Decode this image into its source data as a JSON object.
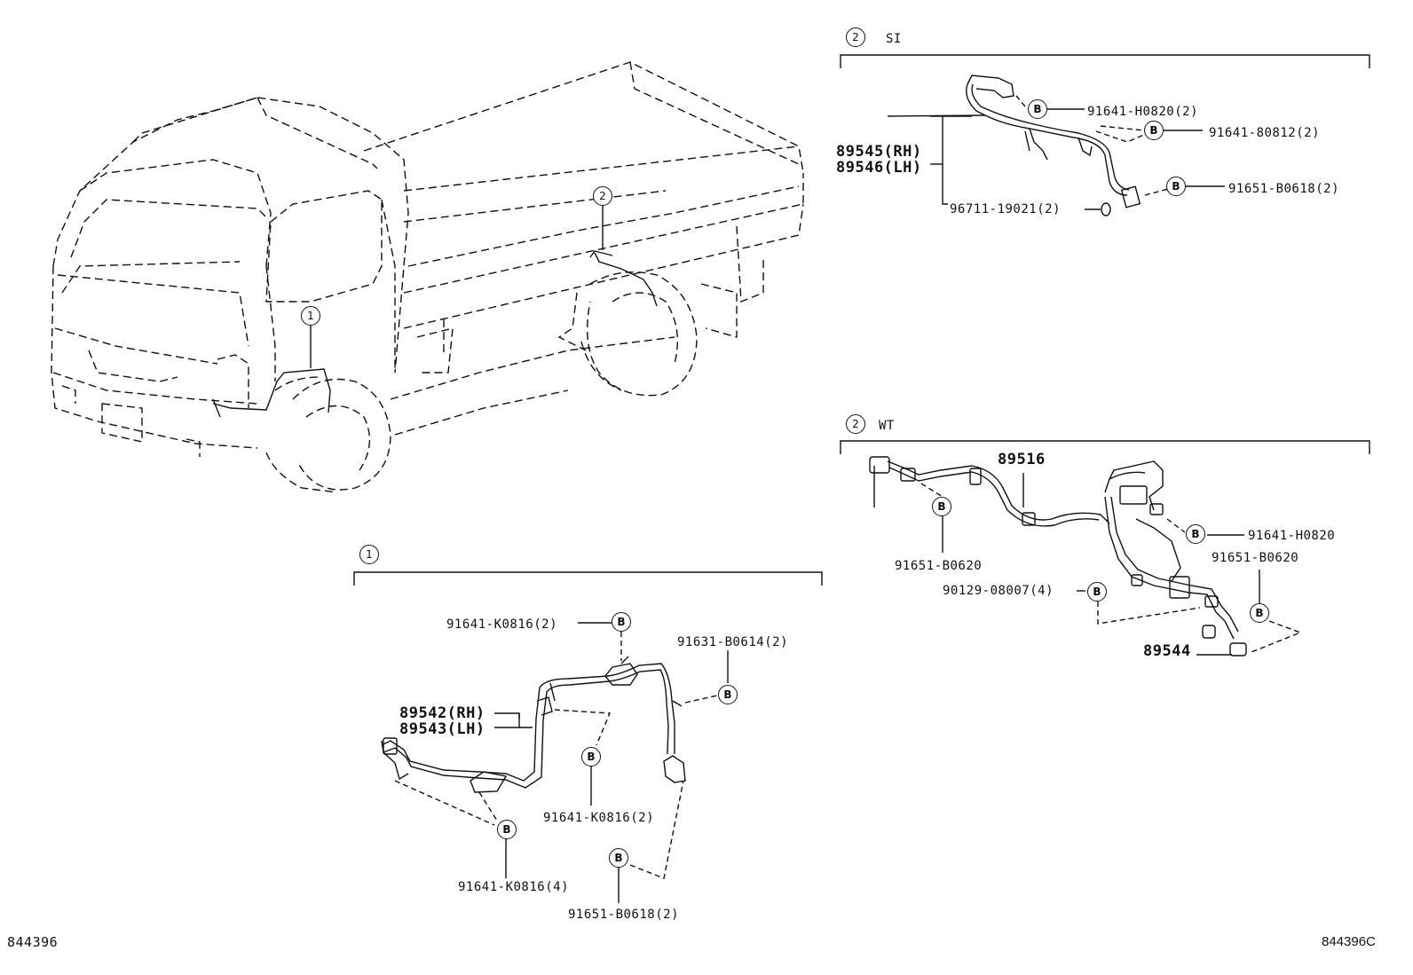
{
  "diagram": {
    "sections": {
      "s2_si": {
        "ref": "2",
        "title": "SI"
      },
      "s2_wt": {
        "ref": "2",
        "title": "WT"
      },
      "s1": {
        "ref": "1"
      }
    },
    "truck_refs": {
      "front": "1",
      "rear": "2"
    },
    "bolt_symbol": "B",
    "parts_si": {
      "p1": "91641-H0820(2)",
      "p2": "91641-80812(2)",
      "p3": "91651-B0618(2)",
      "p4": "96711-19021(2)",
      "harness_rh": "89545(RH)",
      "harness_lh": "89546(LH)"
    },
    "parts_wt": {
      "harness": "89516",
      "p1": "91651-B0620",
      "p2": "91641-H0820",
      "p3": "91651-B0620",
      "p4": "90129-08007(4)",
      "sensor": "89544"
    },
    "parts_s1": {
      "p1": "91641-K0816(2)",
      "p2": "91631-B0614(2)",
      "harness_rh": "89542(RH)",
      "harness_lh": "89543(LH)",
      "p3": "91641-K0816(2)",
      "p4": "91641-K0816(4)",
      "p5": "91651-B0618(2)"
    },
    "footer": {
      "left_code": "844396",
      "right_code": "844396C"
    }
  }
}
